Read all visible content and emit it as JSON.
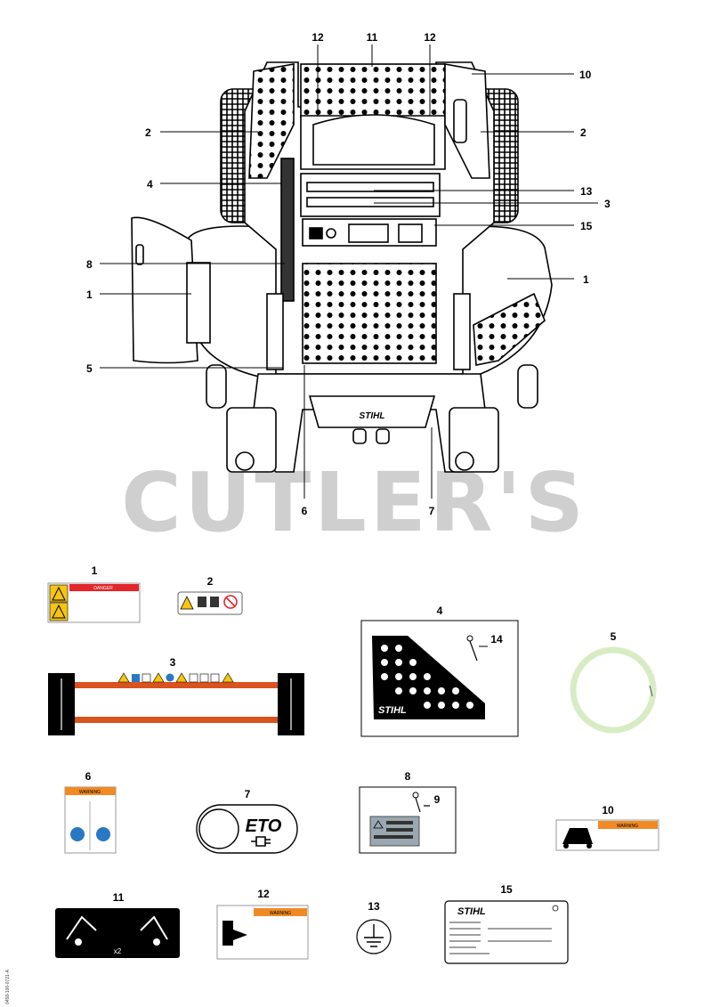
{
  "watermark": "CUTLER'S",
  "callouts": {
    "top_left_12": "12",
    "top_11": "11",
    "top_right_12": "12",
    "right_10": "10",
    "left_2": "2",
    "right_2": "2",
    "left_4": "4",
    "right_13": "13",
    "right_3": "3",
    "right_15": "15",
    "left_8": "8",
    "left_1": "1",
    "right_1": "1",
    "left_5": "5",
    "bottom_6": "6",
    "bottom_7": "7"
  },
  "decals": [
    {
      "number": "1",
      "header_text": "DANGER",
      "header_color": "#e3262b"
    },
    {
      "number": "2"
    },
    {
      "number": "3"
    },
    {
      "number": "4",
      "brand": "STIHL"
    },
    {
      "number": "14"
    },
    {
      "number": "5",
      "ring_color": "#d8ecc4"
    },
    {
      "number": "6",
      "header_text": "WARNING",
      "header_color": "#f08a24"
    },
    {
      "number": "7",
      "brand": "ETO"
    },
    {
      "number": "8"
    },
    {
      "number": "9"
    },
    {
      "number": "10",
      "header_text": "WARNING",
      "header_color": "#f08a24"
    },
    {
      "number": "11",
      "multiplier": "x2"
    },
    {
      "number": "12",
      "header_text": "WARNING",
      "header_color": "#f08a24"
    },
    {
      "number": "13"
    },
    {
      "number": "15",
      "brand": "STIHL"
    }
  ],
  "colors": {
    "orange_bar": "#d9531e",
    "danger_red": "#e3262b",
    "warning_orange": "#f08a24"
  },
  "doc_id": "0458-100-0721-A"
}
